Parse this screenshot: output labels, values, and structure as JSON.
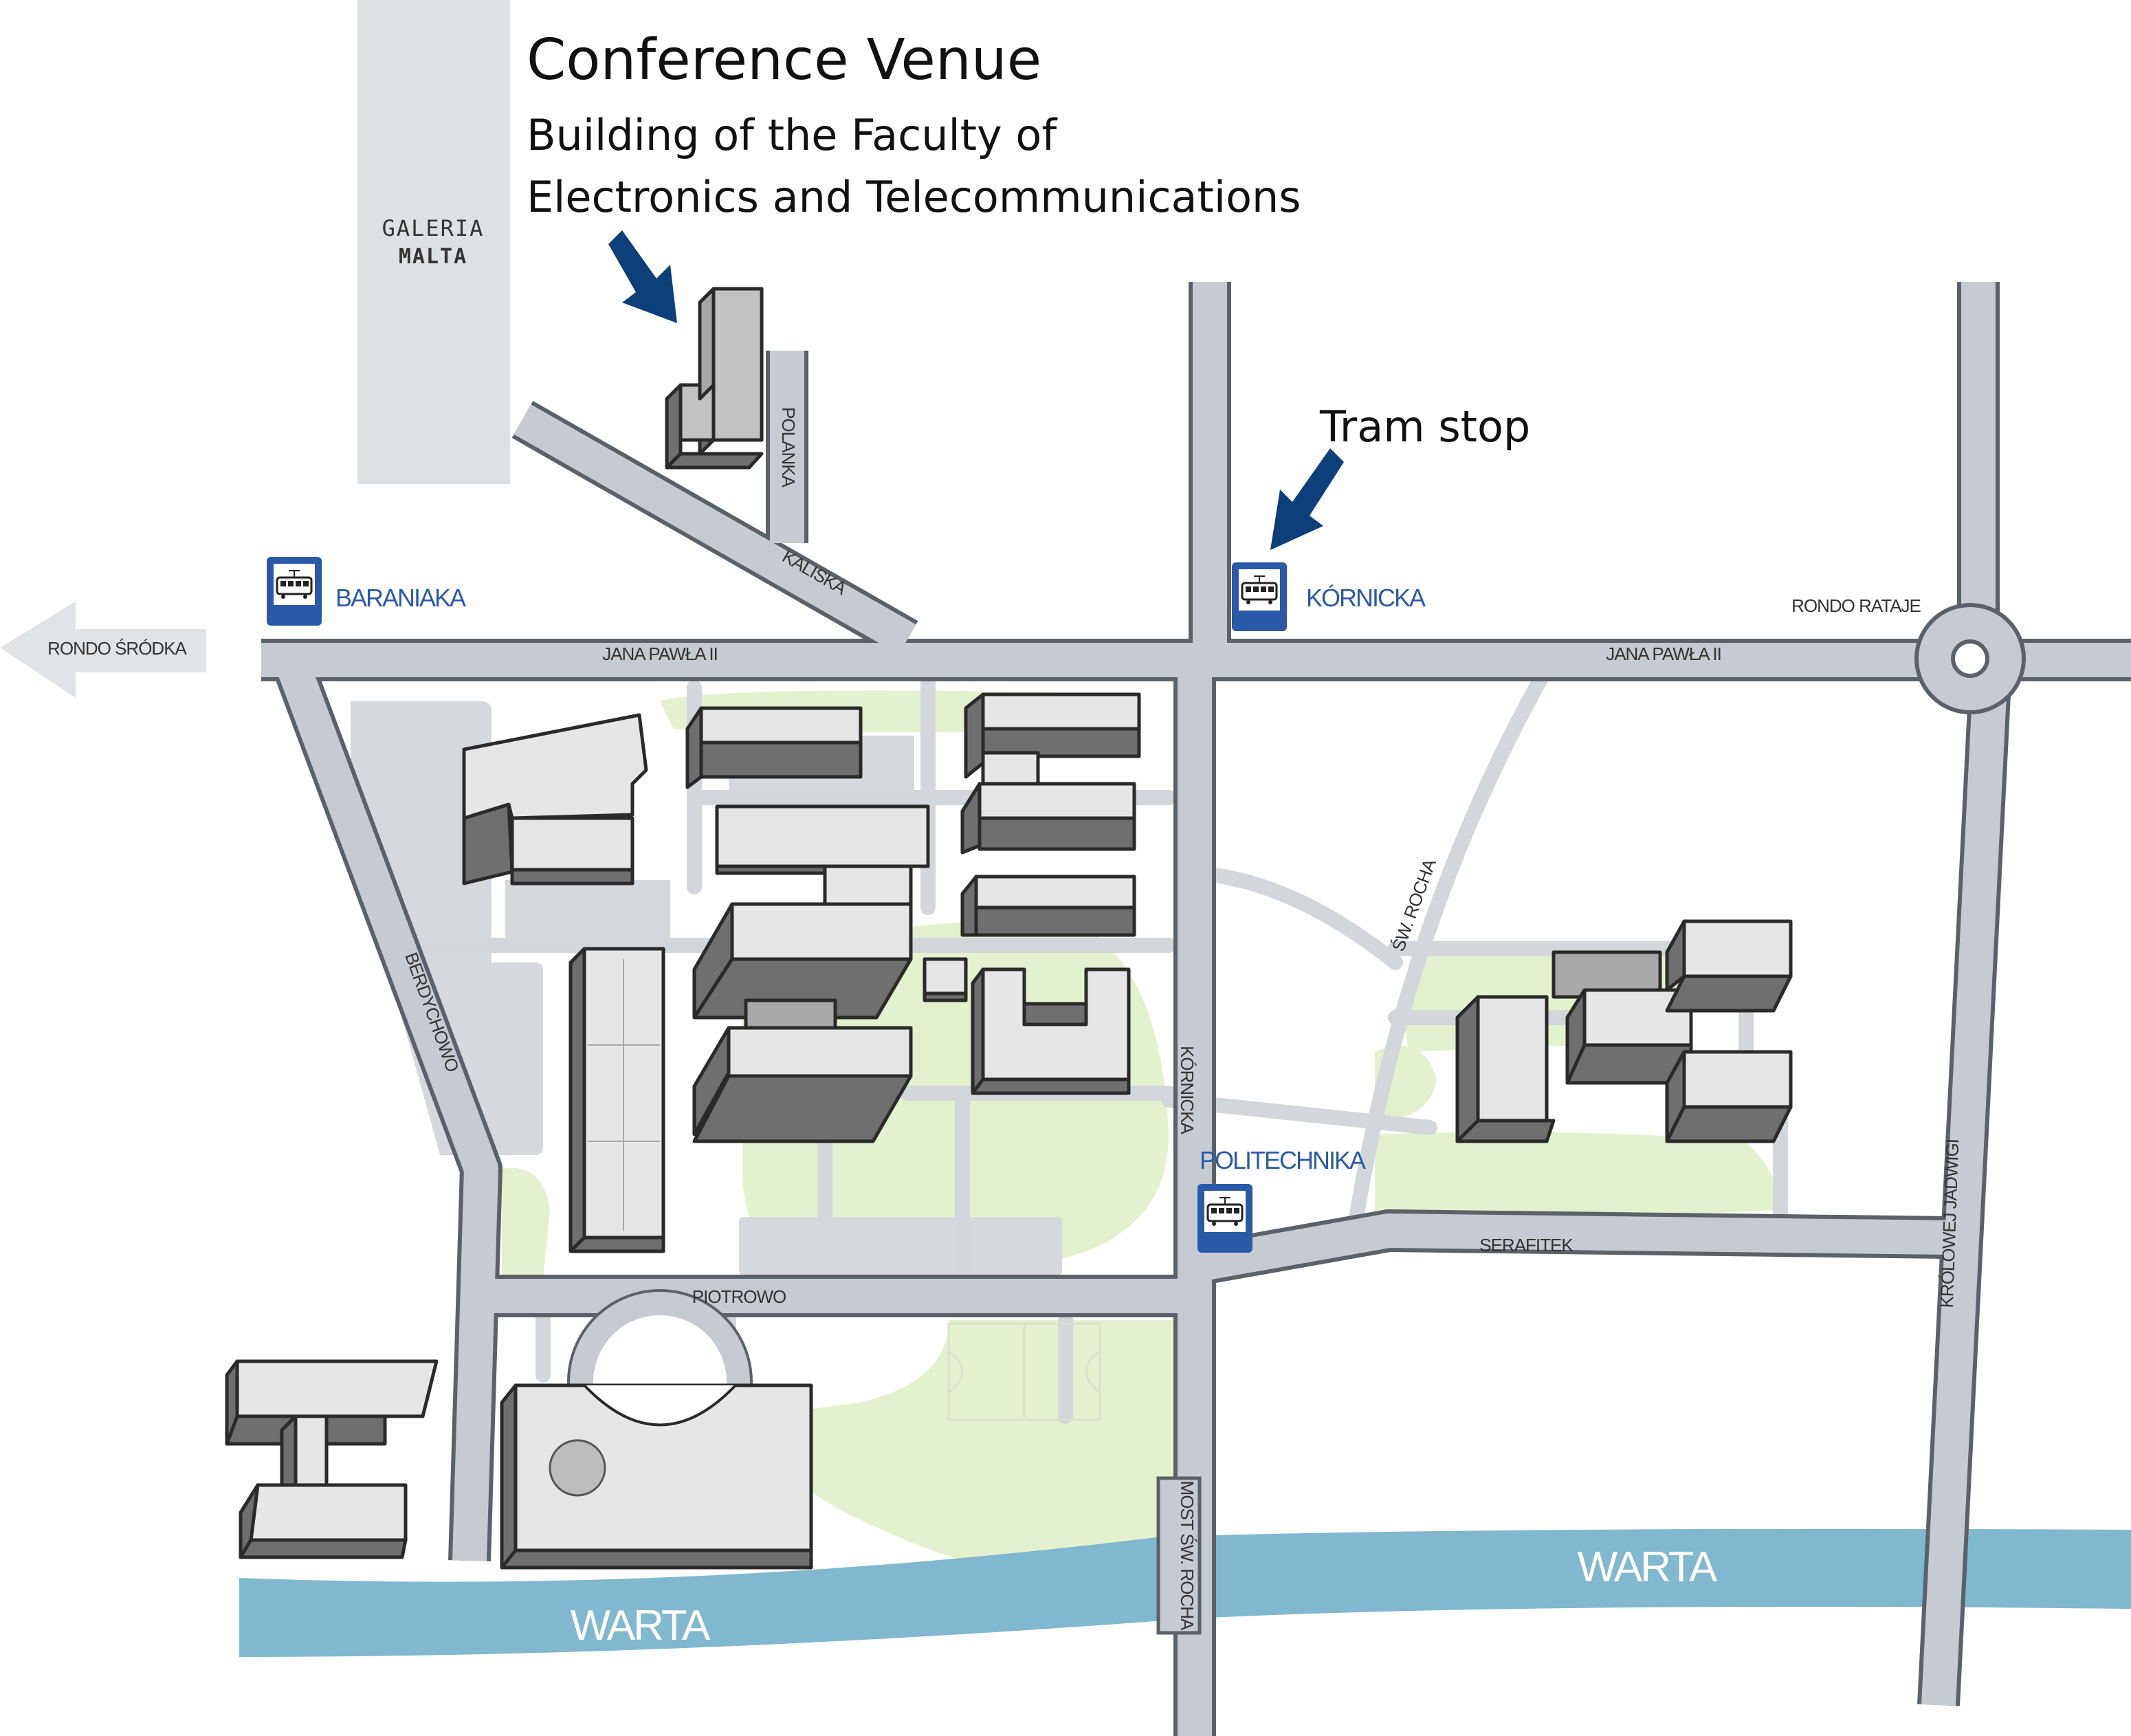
{
  "title": {
    "heading": "Conference Venue",
    "line1": "Building of the Faculty of",
    "line2": "Electronics and Telecommunications"
  },
  "tram_stop_caption": "Tram stop",
  "galeria": {
    "line1": "GALERIA",
    "line2": "MALTA"
  },
  "rondo_srodka": "RONDO ŚRÓDKA",
  "rondo_rataje": "RONDO RATAJE",
  "tram_stops": {
    "baraniaka": "BARANIAKA",
    "kornicka": "KÓRNICKA",
    "politechnika": "POLITECHNIKA"
  },
  "streets": {
    "jana_pawla_west": "JANA PAWŁA II",
    "jana_pawla_east": "JANA PAWŁA II",
    "polanka": "POLANKA",
    "kaliska": "KALISKA",
    "berdychowo": "BERDYCHOWO",
    "kornicka": "KÓRNICKA",
    "sw_rocha": "ŚW. ROCHA",
    "serafitek": "SERAFITEK",
    "piotrowo": "PIOTROWO",
    "krolowej_jadwigi": "KRÓLOWEJ JADWIGI",
    "most_sw_rocha": "MOST ŚW. ROCHA"
  },
  "river": {
    "west": "WARTA",
    "east": "WARTA"
  },
  "colors": {
    "road": "#c5cbd1",
    "road_outline": "#5b6168",
    "river": "#82b8cf",
    "green_area": "#e4f1cf",
    "stop_sign": "#2a5aa7",
    "arrow": "#0d3f7a",
    "galeria": "#dde1e4"
  }
}
